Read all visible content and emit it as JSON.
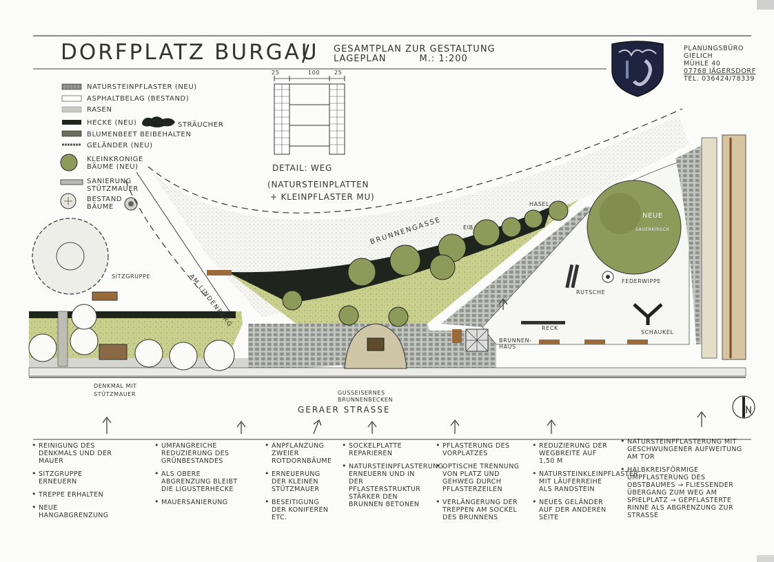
{
  "header": {
    "title": "DORFPLATZ BURGAU",
    "slash": "/",
    "subtitle_line1": "GESAMTPLAN ZUR GESTALTUNG",
    "subtitle_line2": "LAGEPLAN",
    "scale": "M.: 1:200",
    "office": [
      "PLANUNGSBÜRO",
      "GIELICH",
      "MÜHLE 40",
      "07768 JÄGERSDORF",
      "TEL. 036424/78339"
    ]
  },
  "legend": [
    {
      "label": "NATURSTEINPFLASTER (NEU)",
      "swatch": "paving"
    },
    {
      "label": "ASPHALTBELAG (BESTAND)",
      "swatch": "asphalt"
    },
    {
      "label": "RASEN",
      "swatch": "lawn"
    },
    {
      "label": "HECKE (NEU)",
      "extra": "STRÄUCHER",
      "swatch": "hedge"
    },
    {
      "label": "BLUMENBEET BEIBEHALTEN",
      "swatch": "flowerbed"
    },
    {
      "label": "GELÄNDER (NEU)",
      "swatch": "railing"
    },
    {
      "label": "KLEINKRONIGE BÄUME (NEU)",
      "swatch": "tree-new"
    },
    {
      "label": "SANIERUNG STÜTZMAUER",
      "swatch": "wall"
    },
    {
      "label": "BESTAND BÄUME",
      "swatch": "tree-existing"
    }
  ],
  "detail": {
    "dims": [
      "25",
      "100",
      "25"
    ],
    "title": "DETAIL: WEG",
    "line1": "(NATURSTEINPLATTEN",
    "line2": "+ KLEINPFLASTER MU)"
  },
  "plan_labels": {
    "brunnengasse": "BRUNNENGASSE",
    "am_lindenberg": "AM LINDENBERG",
    "sitzgruppe": "SITZGRUPPE",
    "eib": "EIB",
    "hasel": "HASEL",
    "neue": "NEUE",
    "neue_sub": "SAUERKIRSCH",
    "federwippe": "FEDERWIPPE",
    "rutsche": "RUTSCHE",
    "reck": "RECK",
    "schaukel": "SCHAUKEL",
    "brunnenhaus": "BRUNNEN-HAUS",
    "denkmal": "DENKMAL MIT STÜTZMAUER",
    "brunnenbecken": "GUSSEISERNES BRUNNENBECKEN",
    "street": "GERAER STRASSE"
  },
  "notes": [
    [
      "REINIGUNG DES DENKMALS UND DER MAUER",
      "SITZGRUPPE ERNEUERN",
      "TREPPE ERHALTEN",
      "NEUE HANGABGRENZUNG"
    ],
    [
      "UMFANGREICHE REDUZIERUNG DES GRÜNBESTANDES",
      "ALS OBERE ABGRENZUNG BLEIBT DIE LIGUSTERHECKE",
      "MAUERSANIERUNG"
    ],
    [
      "ANPFLANZUNG ZWEIER ROTDORNBÄUME",
      "ERNEUERUNG DER KLEINEN STÜTZMAUER",
      "BESEITIGUNG DER KONIFEREN ETC."
    ],
    [
      "SOCKELPLATTE REPARIEREN",
      "NATURSTEINPFLASTERUNG ERNEUERN UND IN DER PFLASTERSTRUKTUR STÄRKER DEN BRUNNEN BETONEN"
    ],
    [
      "PFLASTERUNG DES VORPLATZES",
      "OPTISCHE TRENNUNG VON PLATZ UND GEHWEG DURCH PFLASTERZEILEN",
      "VERLÄNGERUNG DER TREPPEN AM SOCKEL DES BRUNNENS"
    ],
    [
      "REDUZIERUNG DER WEGBREITE AUF 1,50 M",
      "NATURSTEINKLEINPFLASTER MIT LÄUFERREIHE ALS RANDSTEIN",
      "NEUES GELÄNDER AUF DER ANDEREN SEITE"
    ],
    [
      "NATURSTEINPFLASTERUNG MIT GESCHWUNGENER AUFWEITUNG AM TOR",
      "HALBKREISFÖRMIGE UMPFLASTERUNG DES OBSTBAUMES → FLIESSENDER ÜBERGANG ZUM WEG AM SPIELPLATZ → GEPFLASTERTE RINNE ALS ABGRENZUNG ZUR STRASSE"
    ]
  ],
  "colors": {
    "paving": "#8f918c",
    "lawn": "#c7cd8a",
    "hedge": "#1f241c",
    "tree": "#8e9a5a",
    "brick": "#9a6a3a"
  }
}
